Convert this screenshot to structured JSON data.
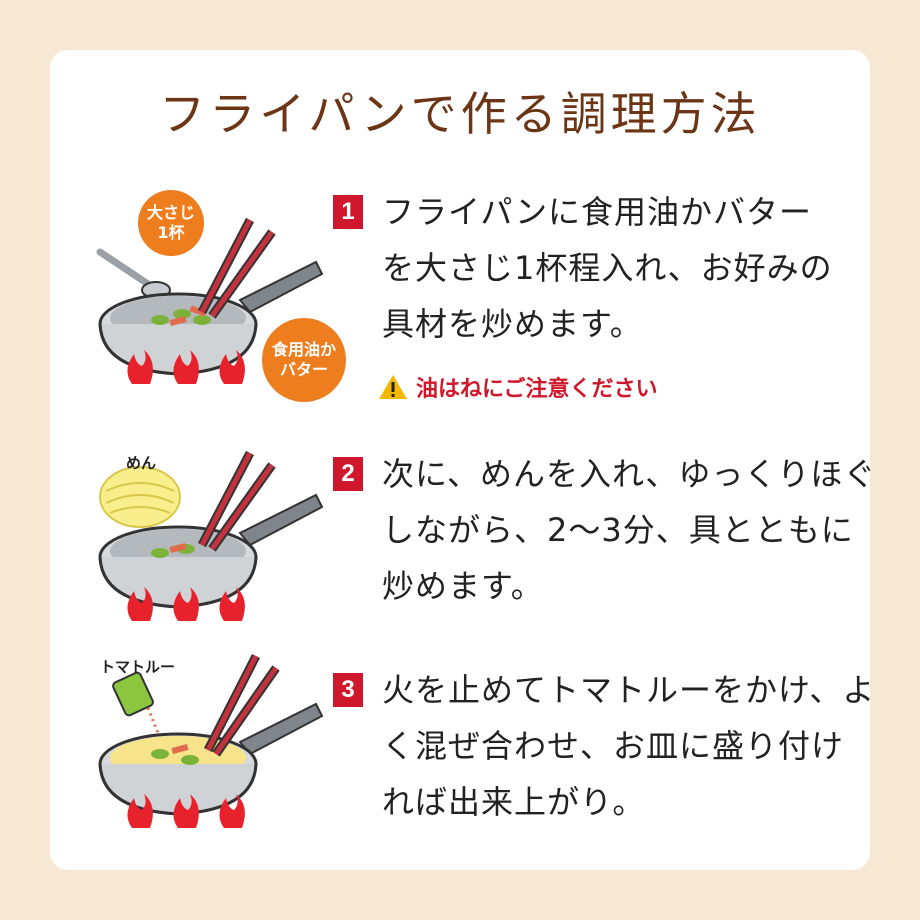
{
  "title": "フライパンで作る調理方法",
  "steps": [
    {
      "number": "1",
      "lines": [
        "フライパンに食用油かバター",
        "を大さじ1杯程入れ、お好みの",
        "具材を炒めます。"
      ],
      "badges": [
        "大さじ\n1杯",
        "食用油か\nバター"
      ]
    },
    {
      "number": "2",
      "lines": [
        "次に、めんを入れ、ゆっくりほぐ",
        "しながら、2〜3分、具とともに",
        "炒めます。"
      ],
      "label": "めん"
    },
    {
      "number": "3",
      "lines": [
        "火を止めてトマトルーをかけ、よ",
        "く混ぜ合わせ、お皿に盛り付け",
        "れば出来上がり。"
      ],
      "label": "トマトルー"
    }
  ],
  "warning": "油はねにご注意ください",
  "colors": {
    "background": "#f6e8d3",
    "card": "#ffffff",
    "title": "#6b3516",
    "accent": "#d0182d",
    "badge": "#ee7d1e"
  },
  "icons": [
    "frying-pan-icon",
    "chopsticks-icon",
    "flame-icon",
    "spoon-icon",
    "noodles-icon",
    "seasoning-can-icon",
    "warning-icon"
  ]
}
